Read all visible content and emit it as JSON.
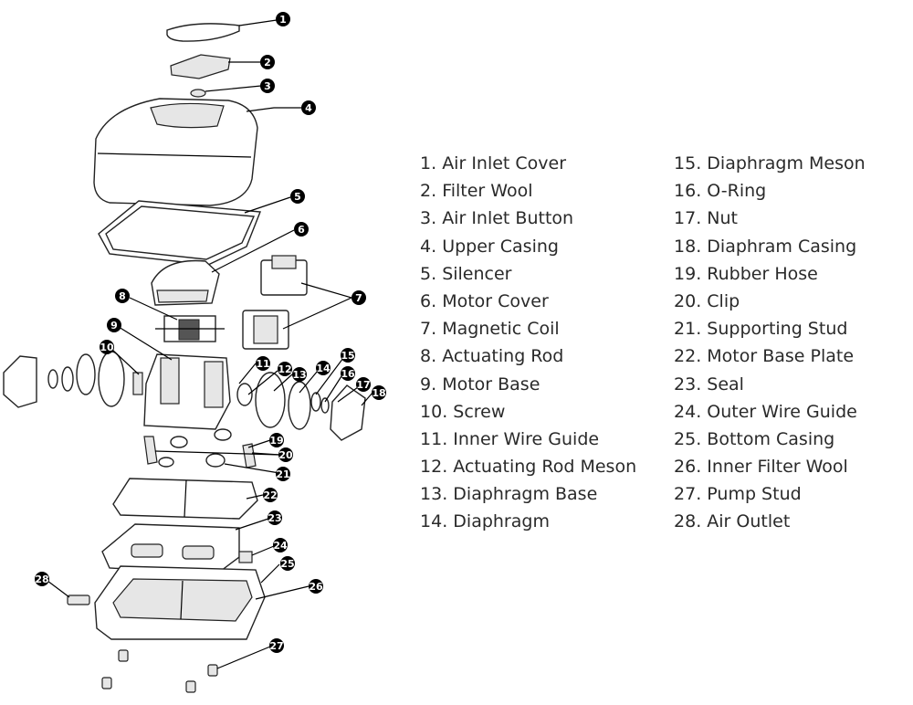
{
  "parts": [
    {
      "num": "1",
      "name": "Air Inlet Cover"
    },
    {
      "num": "2",
      "name": "Filter Wool"
    },
    {
      "num": "3",
      "name": "Air Inlet Button"
    },
    {
      "num": "4",
      "name": "Upper Casing"
    },
    {
      "num": "5",
      "name": "Silencer"
    },
    {
      "num": "6",
      "name": "Motor Cover"
    },
    {
      "num": "7",
      "name": "Magnetic Coil"
    },
    {
      "num": "8",
      "name": "Actuating Rod"
    },
    {
      "num": "9",
      "name": "Motor Base"
    },
    {
      "num": "10",
      "name": "Screw"
    },
    {
      "num": "11",
      "name": "Inner Wire Guide"
    },
    {
      "num": "12",
      "name": "Actuating Rod Meson"
    },
    {
      "num": "13",
      "name": "Diaphragm Base"
    },
    {
      "num": "14",
      "name": "Diaphragm"
    },
    {
      "num": "15",
      "name": "Diaphragm Meson"
    },
    {
      "num": "16",
      "name": "O-Ring"
    },
    {
      "num": "17",
      "name": "Nut"
    },
    {
      "num": "18",
      "name": "Diaphram Casing"
    },
    {
      "num": "19",
      "name": "Rubber Hose"
    },
    {
      "num": "20",
      "name": "Clip"
    },
    {
      "num": "21",
      "name": "Supporting Stud"
    },
    {
      "num": "22",
      "name": "Motor Base Plate"
    },
    {
      "num": "23",
      "name": "Seal"
    },
    {
      "num": "24",
      "name": "Outer Wire Guide"
    },
    {
      "num": "25",
      "name": "Bottom Casing"
    },
    {
      "num": "26",
      "name": "Inner Filter Wool"
    },
    {
      "num": "27",
      "name": "Pump Stud"
    },
    {
      "num": "28",
      "name": "Air Outlet"
    }
  ]
}
